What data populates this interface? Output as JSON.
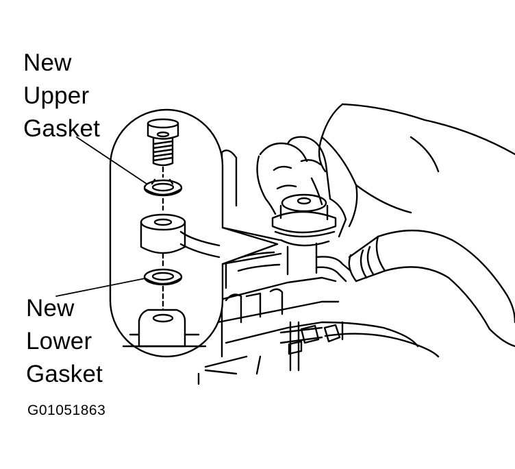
{
  "labels": {
    "upper_line1": "New",
    "upper_line2": "Upper",
    "upper_line3": "Gasket",
    "lower_line1": "New",
    "lower_line2": "Lower",
    "lower_line3": "Gasket"
  },
  "figure_code": "G01051863",
  "colors": {
    "ink": "#000000",
    "paper": "#ffffff"
  }
}
